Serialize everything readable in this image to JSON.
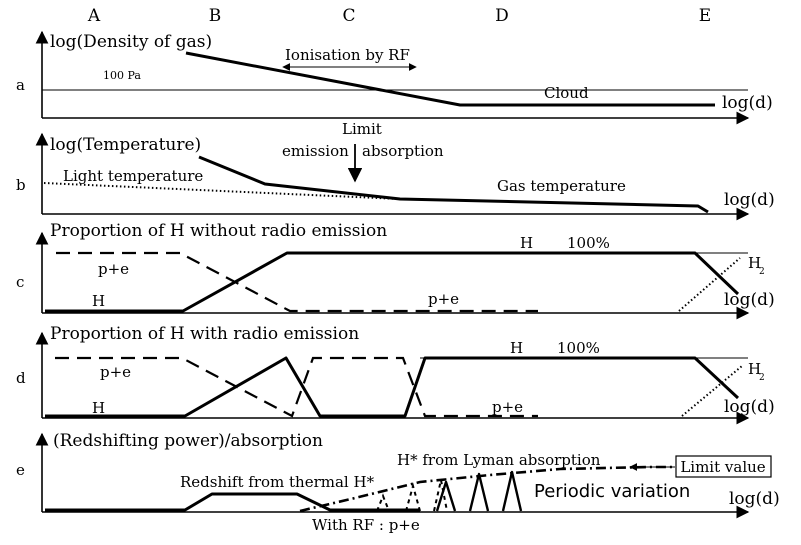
{
  "columns": [
    "A",
    "B",
    "C",
    "D",
    "E"
  ],
  "panels": {
    "a": {
      "letter": "a",
      "ylabel": "log(Density of gas)",
      "xlabel": "log(d)",
      "level_label": "100 Pa",
      "range_label": "Ionisation by RF",
      "cloud_label": "Cloud"
    },
    "b": {
      "letter": "b",
      "ylabel": "log(Temperature)",
      "xlabel": "log(d)",
      "limit_label_1": "Limit",
      "limit_label_2": "emission",
      "limit_label_3": "absorption",
      "light_label": "Light temperature",
      "gas_label": "Gas temperature"
    },
    "c": {
      "letter": "c",
      "title": "Proportion of H without radio emission",
      "xlabel": "log(d)",
      "pe_label_1": "p+e",
      "pe_label_2": "p+e",
      "h_label_1": "H",
      "h_label_2": "H",
      "percent_label": "100%",
      "h2_base": "H",
      "h2_sub": "2"
    },
    "d": {
      "letter": "d",
      "title": "Proportion of H with radio emission",
      "xlabel": "log(d)",
      "pe_label_1": "p+e",
      "pe_label_2": "p+e",
      "h_label_1": "H",
      "h_label_2": "H",
      "percent_label": "100%",
      "h2_base": "H",
      "h2_sub": "2"
    },
    "e": {
      "letter": "e",
      "title": "(Redshifting power)/absorption",
      "xlabel": "log(d)",
      "thermal_label": "Redshift from thermal H*",
      "lyman_label": "H* from Lyman absorption",
      "limit_value_label": "Limit value",
      "periodic_label": "Periodic variation",
      "rf_label": "With RF : p+e"
    }
  }
}
